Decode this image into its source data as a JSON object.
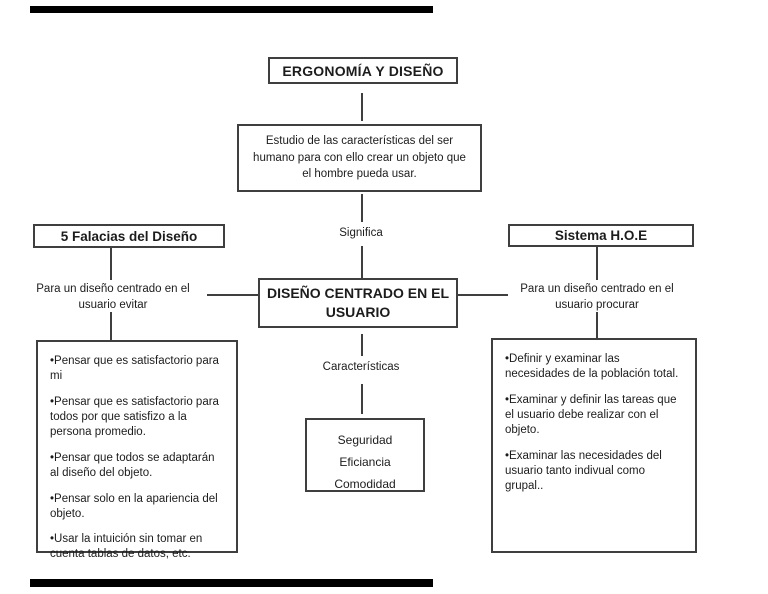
{
  "diagram": {
    "title_box": {
      "text": "ERGONOMÍA Y DISEÑO"
    },
    "definition_box": {
      "text": "Estudio de las características del ser humano para con ello crear un objeto que el hombre pueda usar."
    },
    "significa_label": "Significa",
    "center_box": {
      "text": "DISEÑO CENTRADO EN EL USUARIO"
    },
    "caracteristicas_label": "Características",
    "features_box": {
      "items": [
        "Seguridad",
        "Eficiancia",
        "Comodidad"
      ]
    },
    "left_panel": {
      "header": "5 Falacias del Diseño",
      "subtitle": "Para un diseño centrado en el usuario evitar",
      "items": [
        "•Pensar que es satisfactorio para mi",
        "•Pensar que es satisfactorio para todos por que satisfizo a la persona promedio.",
        "•Pensar que todos se adaptarán al diseño del objeto.",
        "•Pensar solo en la apariencia del objeto.",
        "•Usar la intuición sin tomar en cuenta tablas de datos, etc."
      ]
    },
    "right_panel": {
      "header": "Sistema H.O.E",
      "subtitle": "Para un diseño centrado en el usuario procurar",
      "items": [
        "•Definir y examinar las necesidades de la población total.",
        "•Examinar y definir las tareas que el usuario debe realizar con el objeto.",
        "•Examinar las necesidades del usuario tanto indivual como grupal.."
      ]
    },
    "colors": {
      "line": "#3f3f3f",
      "bar": "#000000",
      "background": "#ffffff"
    }
  }
}
